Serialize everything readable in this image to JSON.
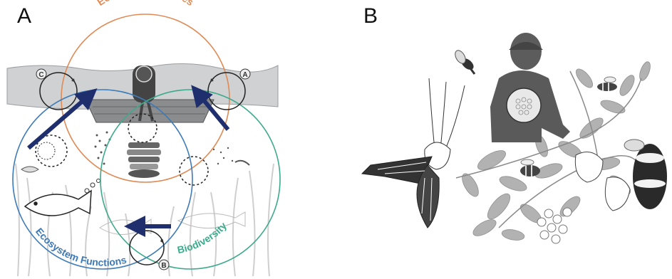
{
  "panels": {
    "a": {
      "letter": "A",
      "labels": {
        "services": "Ecosystem Services",
        "functions": "Ecosystem Functions",
        "biodiversity": "Biodiversity"
      },
      "loops": [
        "C",
        "A",
        "B"
      ],
      "colors": {
        "services": "#e08a55",
        "functions": "#3d7ab8",
        "biodiversity": "#3daa8c",
        "arrow": "#1f2f6e"
      }
    },
    "b": {
      "letter": "B"
    }
  }
}
